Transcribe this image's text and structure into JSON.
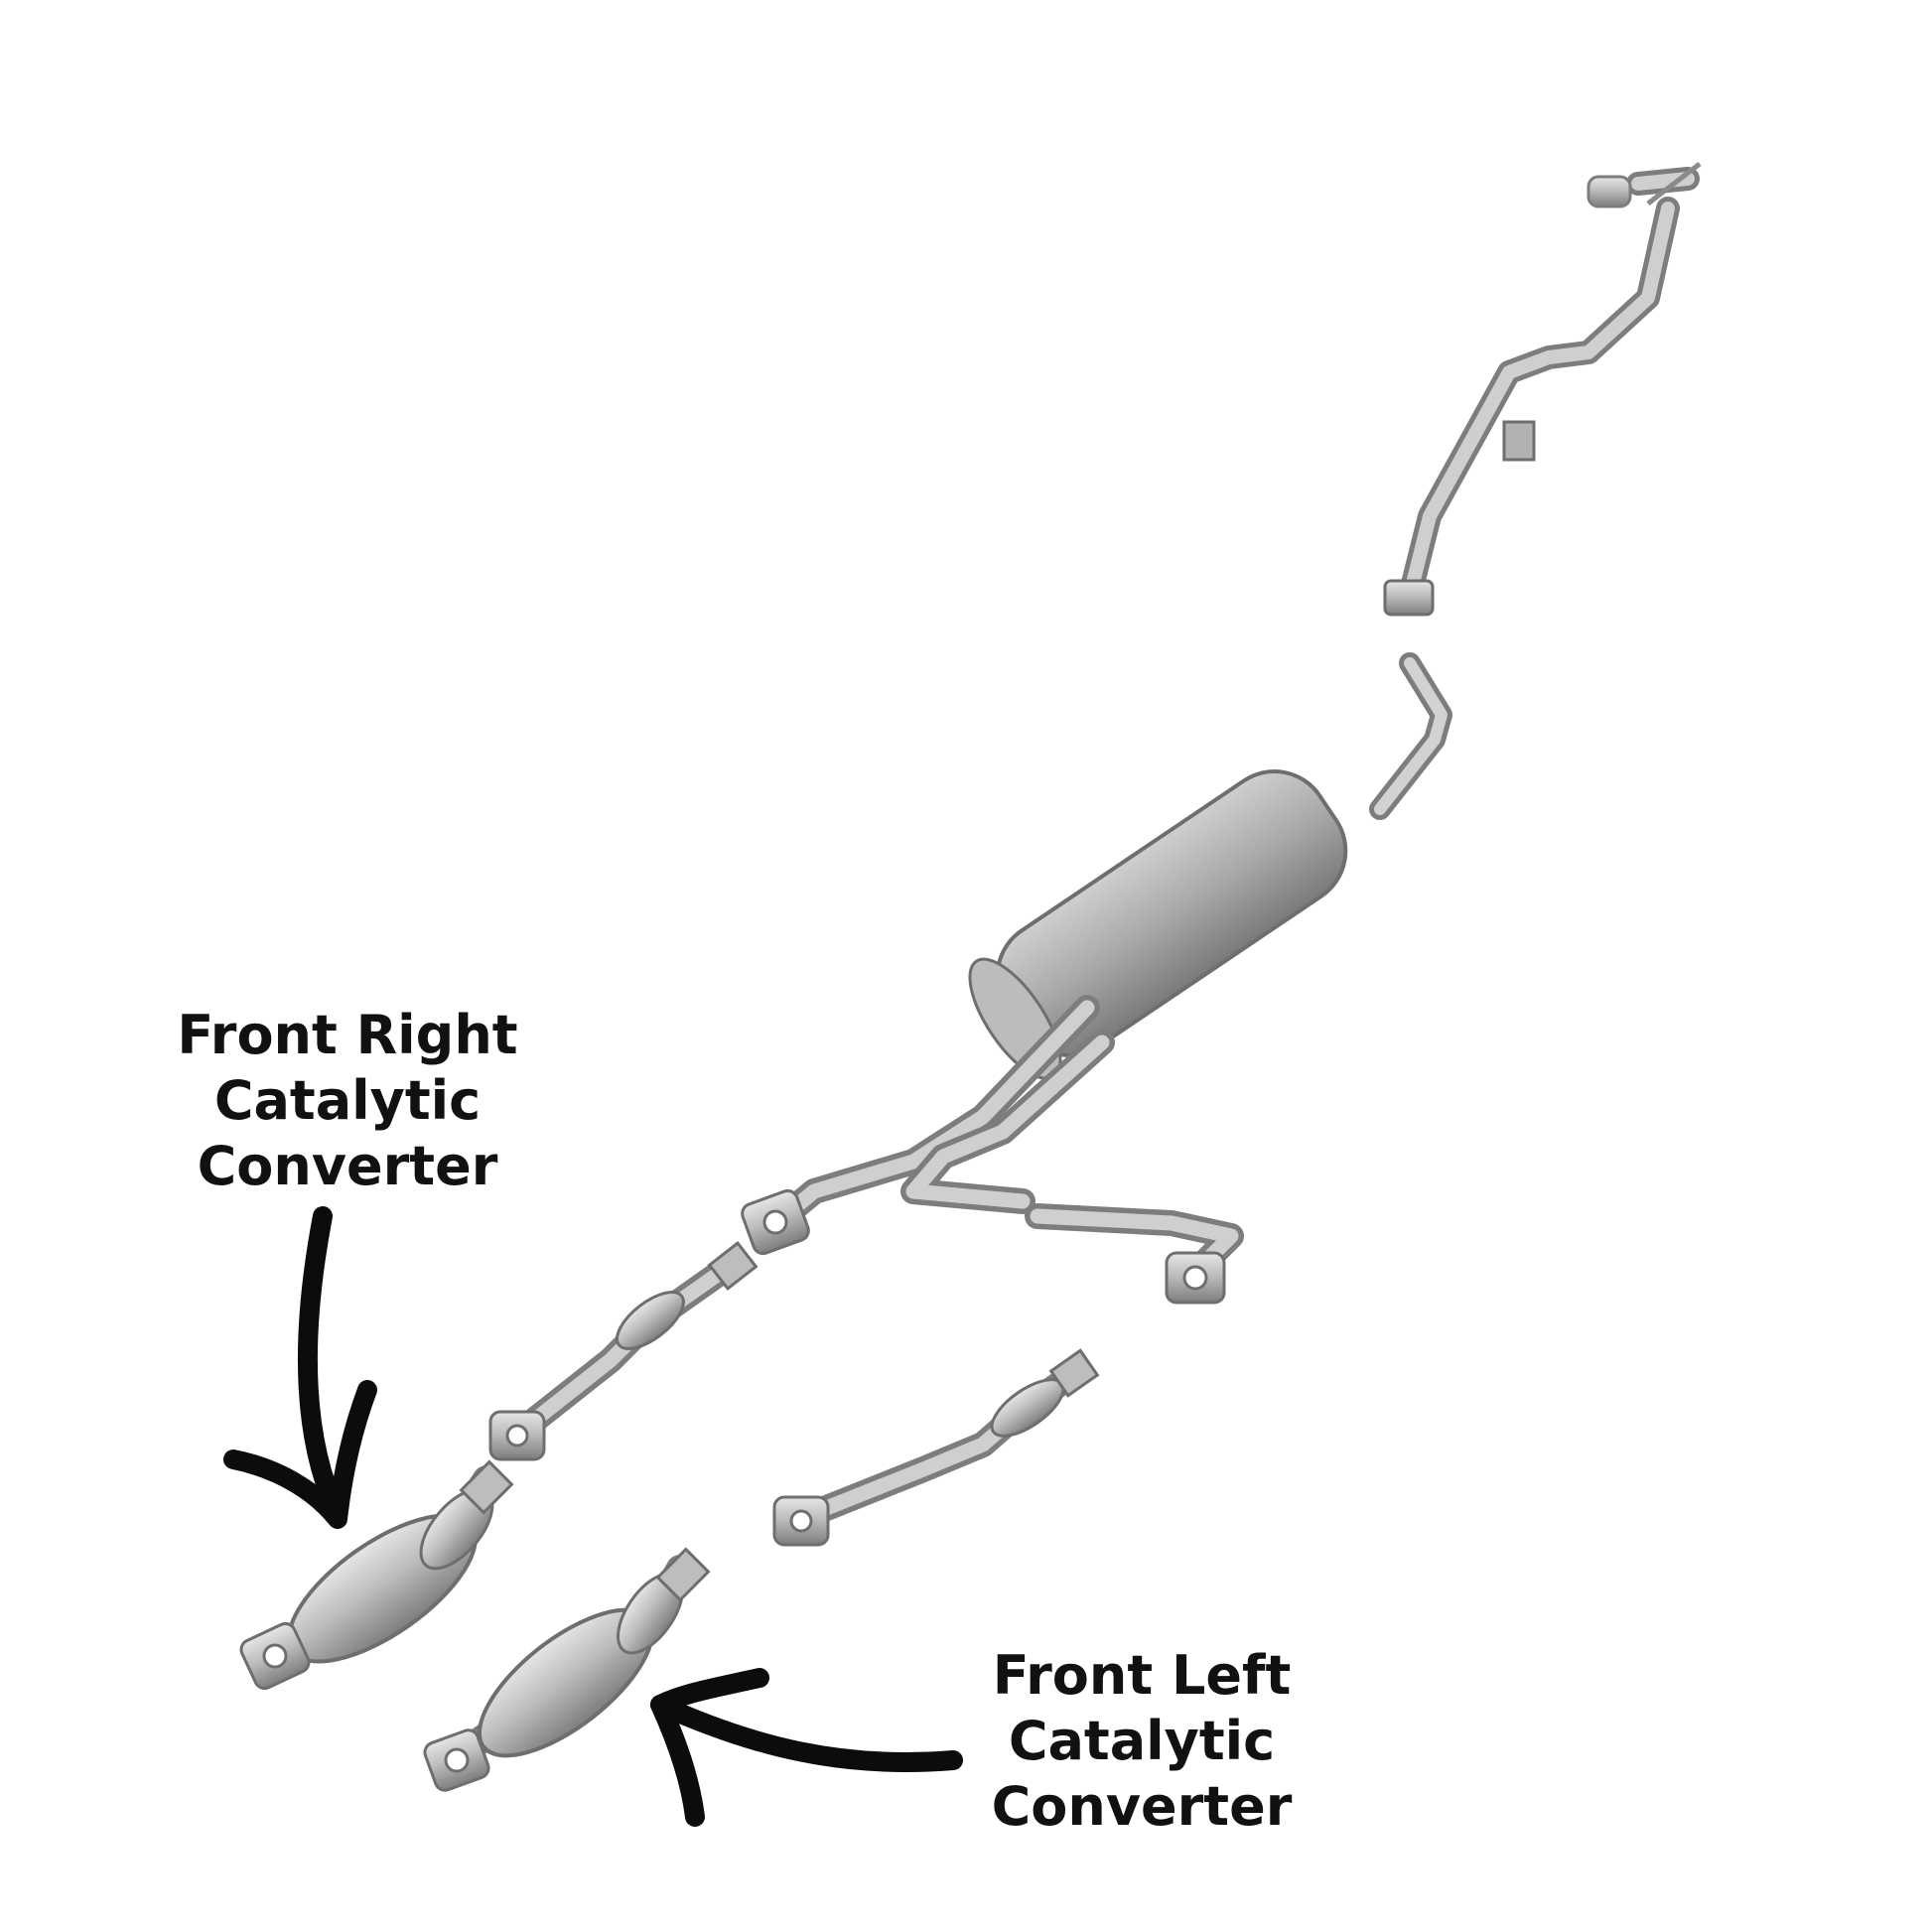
{
  "labels": {
    "front_right": [
      "Front Right",
      "Catalytic",
      "Converter"
    ],
    "front_left": [
      "Front Left",
      "Catalytic",
      "Converter"
    ]
  },
  "colors": {
    "background": "#ffffff",
    "metal_light": "#d6d6d6",
    "metal_mid": "#a7a7a7",
    "metal_dark": "#6e6e6e",
    "text": "#111111",
    "arrow": "#0c0c0c"
  }
}
